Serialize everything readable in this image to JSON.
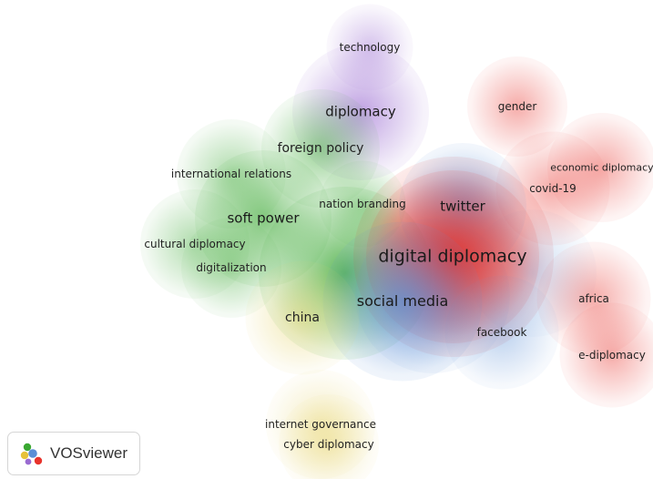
{
  "colors": {
    "cluster_red": "#e8332c",
    "cluster_green": "#3aa832",
    "cluster_blue": "#5b8fd6",
    "cluster_purple": "#9a6bd1",
    "cluster_yellow": "#e6d36a",
    "label_text": "#222222"
  },
  "brand": {
    "name": "VOSviewer",
    "icon": "vosviewer-logo-icon"
  },
  "terms": [
    {
      "id": "technology",
      "label": "technology",
      "cluster": "purple",
      "weight": 1
    },
    {
      "id": "diplomacy",
      "label": "diplomacy",
      "cluster": "purple",
      "weight": 3
    },
    {
      "id": "gender",
      "label": "gender",
      "cluster": "red",
      "weight": 1
    },
    {
      "id": "foreign-policy",
      "label": "foreign policy",
      "cluster": "green",
      "weight": 2
    },
    {
      "id": "international-relations",
      "label": "international relations",
      "cluster": "green",
      "weight": 1
    },
    {
      "id": "economic-diplomacy",
      "label": "economic diplomacy",
      "cluster": "red",
      "weight": 1
    },
    {
      "id": "covid-19",
      "label": "covid-19",
      "cluster": "red",
      "weight": 1
    },
    {
      "id": "nation-branding",
      "label": "nation branding",
      "cluster": "green",
      "weight": 1
    },
    {
      "id": "twitter",
      "label": "twitter",
      "cluster": "blue",
      "weight": 3
    },
    {
      "id": "soft-power",
      "label": "soft power",
      "cluster": "green",
      "weight": 3
    },
    {
      "id": "cultural-diplomacy",
      "label": "cultural diplomacy",
      "cluster": "green",
      "weight": 1
    },
    {
      "id": "digital-diplomacy",
      "label": "digital diplomacy",
      "cluster": "red",
      "weight": 5
    },
    {
      "id": "digitalization",
      "label": "digitalization",
      "cluster": "green",
      "weight": 1
    },
    {
      "id": "social-media",
      "label": "social media",
      "cluster": "blue",
      "weight": 4
    },
    {
      "id": "china",
      "label": "china",
      "cluster": "yellow",
      "weight": 2
    },
    {
      "id": "africa",
      "label": "africa",
      "cluster": "red",
      "weight": 1
    },
    {
      "id": "facebook",
      "label": "facebook",
      "cluster": "blue",
      "weight": 1
    },
    {
      "id": "e-diplomacy",
      "label": "e-diplomacy",
      "cluster": "red",
      "weight": 1
    },
    {
      "id": "internet-governance",
      "label": "internet governance",
      "cluster": "yellow",
      "weight": 1
    },
    {
      "id": "cyber-diplomacy",
      "label": "cyber diplomacy",
      "cluster": "yellow",
      "weight": 1
    }
  ]
}
